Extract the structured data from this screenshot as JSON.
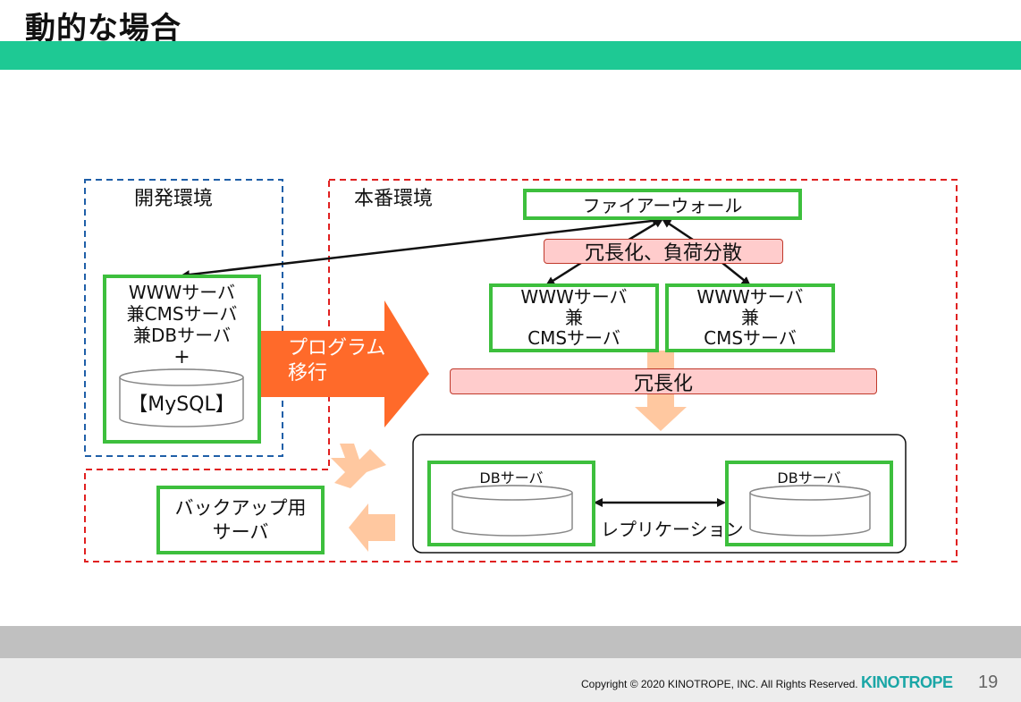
{
  "title": "動的な場合",
  "dev_env": {
    "label": "開発環境",
    "server": {
      "line1": "WWWサーバ",
      "line2": "兼CMSサーバ",
      "line3": "兼DBサーバ",
      "plus": "+",
      "db": "【MySQL】"
    }
  },
  "migration": {
    "line1": "プログラム",
    "line2": "移行"
  },
  "prod_env": {
    "label": "本番環境",
    "firewall": "ファイアーウォール",
    "lb_label": "冗長化、負荷分散",
    "www_left": {
      "line1": "WWWサーバ",
      "line2": "兼",
      "line3": "CMSサーバ"
    },
    "www_right": {
      "line1": "WWWサーバ",
      "line2": "兼",
      "line3": "CMSサーバ"
    },
    "redundancy_label": "冗長化",
    "db_left": "DBサーバ",
    "db_right": "DBサーバ",
    "replication": "レプリケーション"
  },
  "backup": {
    "line1": "バックアップ用",
    "line2": "サーバ"
  },
  "footer": {
    "copyright": "Copyright © 2020 KINOTROPE, INC. All Rights Reserved.",
    "brand": "KINOTROPE",
    "page": "19"
  },
  "colors": {
    "accent_bar": "#1ec994",
    "green_box": "#3dbf3d",
    "dev_border": "#1f5fa8",
    "prod_border": "#e02020",
    "migration_arrow": "#ff6a2a",
    "peach_arrow": "#ffc8a0",
    "pink_bar": "#ffcccc"
  }
}
